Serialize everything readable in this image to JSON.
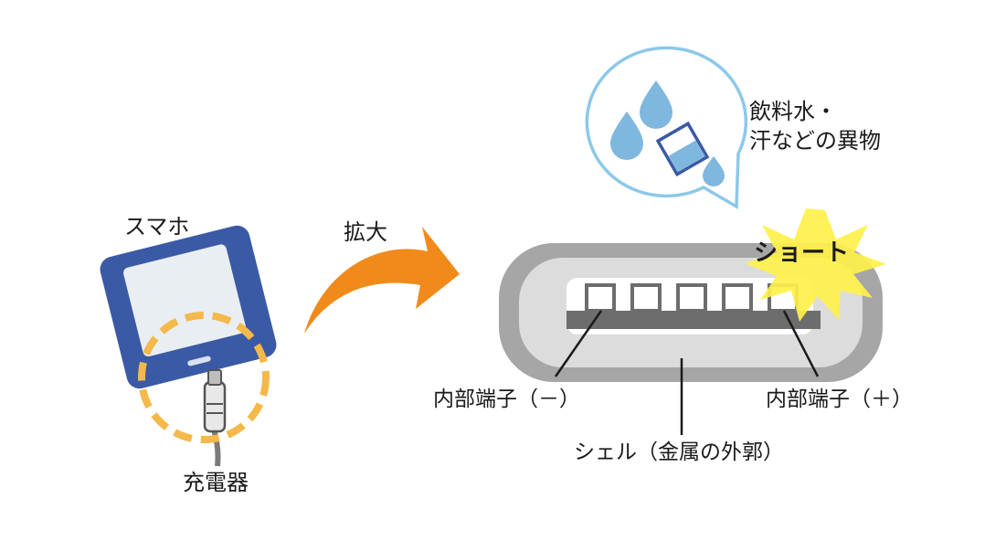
{
  "labels": {
    "smartphone": "スマホ",
    "charger": "充電器",
    "zoom": "拡大",
    "foreign_matter_line1": "飲料水・",
    "foreign_matter_line2": "汗などの異物",
    "short": "ショート",
    "terminal_minus": "内部端子（－）",
    "terminal_plus": "内部端子（＋）",
    "shell": "シェル（金属の外郭）"
  },
  "colors": {
    "phone_body": "#3a5aa6",
    "phone_screen": "#e9eef3",
    "dashed_circle": "#f5b84a",
    "arrow": "#f08a1a",
    "bubble_stroke": "#8cc8ea",
    "drop_fill": "#7fb7de",
    "cup_stroke": "#3a5aa6",
    "port_outer": "#a6a6a6",
    "port_inner": "#dcdcdc",
    "terminal_bar": "#6d6d6d",
    "burst_fill": "#fff14a",
    "line_color": "#1a1a1a"
  },
  "icons": [
    "smartphone-icon",
    "charger-plug-icon",
    "zoom-arrow-icon",
    "water-drop-icon",
    "cup-icon",
    "short-burst-icon",
    "usb-port-icon"
  ]
}
